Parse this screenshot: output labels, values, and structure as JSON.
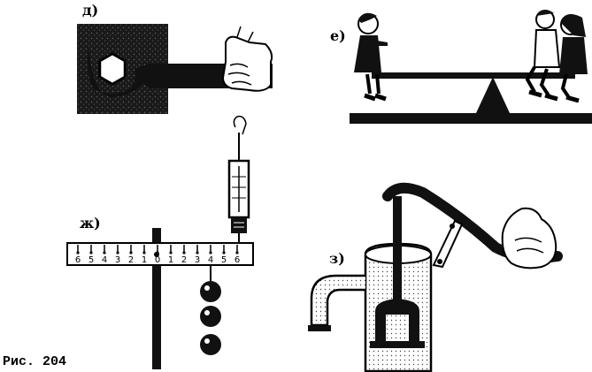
{
  "figure": {
    "caption": "Рис. 204",
    "panels": [
      {
        "label": "д)",
        "subject": "wrench-on-nut"
      },
      {
        "label": "е)",
        "subject": "seesaw-with-children"
      },
      {
        "label": "ж)",
        "subject": "lever-with-weights-and-spring-scale"
      },
      {
        "label": "з)",
        "subject": "hand-water-pump"
      }
    ],
    "lever_scale": {
      "ticks": [
        "6",
        "5",
        "4",
        "3",
        "2",
        "1",
        "0",
        "1",
        "2",
        "3",
        "4",
        "5",
        "6"
      ]
    }
  }
}
